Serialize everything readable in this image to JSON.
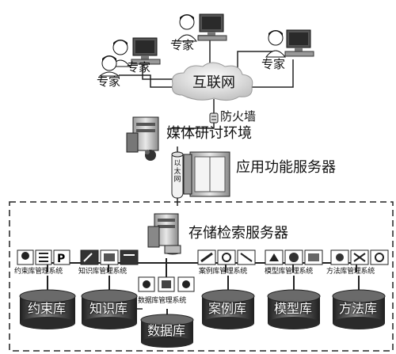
{
  "experts": [
    "专家",
    "专家",
    "专家",
    "专家"
  ],
  "internet": "互联网",
  "firewall": "防火墙",
  "media_env": "媒体研讨环境",
  "ethernet": "以太网",
  "app_server": "应用功能服务器",
  "storage_server": "存储检索服务器",
  "systems": {
    "constraint": "约束库管理系统",
    "knowledge": "知识库管理系统",
    "database": "数据库管理系统",
    "case": "案例库管理系统",
    "model": "模型库管理系统",
    "method": "方法库管理系统"
  },
  "databases": {
    "constraint": "约束库",
    "knowledge": "知识库",
    "data": "数据库",
    "case": "案例库",
    "model": "模型库",
    "method": "方法库"
  },
  "colors": {
    "cylinder": "#4a4a4a",
    "line": "#222222",
    "cloud": "#d9d9d9"
  }
}
